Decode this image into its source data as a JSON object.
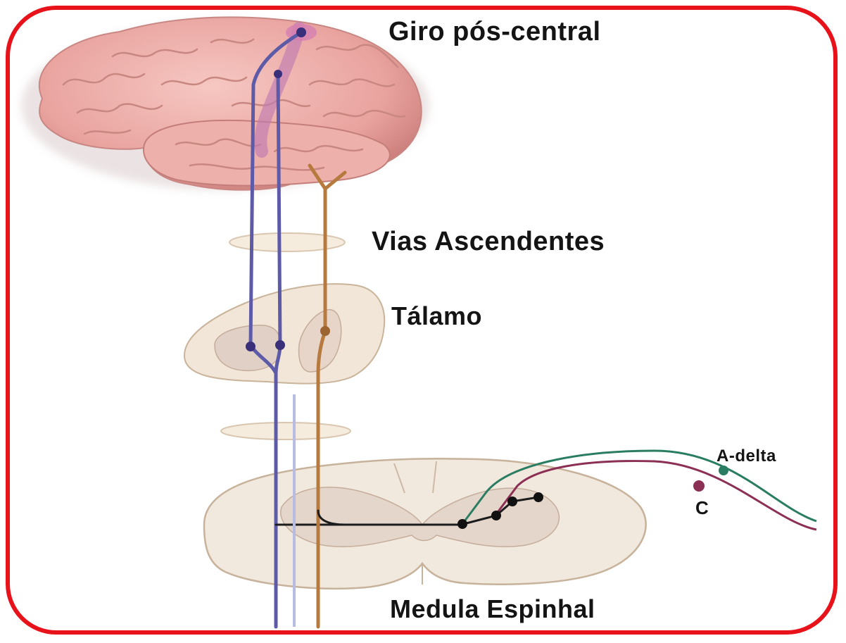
{
  "labels": {
    "giro": "Giro pós-central",
    "vias": "Vias Ascendentes",
    "talamo": "Tálamo",
    "medula": "Medula Espinhal",
    "adelta": "A-delta",
    "c": "C"
  },
  "colors": {
    "frame": "#e8121b",
    "brain": "#eaa0a0",
    "pathway_blue": "#5d5aa8",
    "pathway_orange": "#b67a3e",
    "fiber_green": "#2a7d62",
    "fiber_maroon": "#8c2f55",
    "tissue": "#f0e6dc"
  }
}
